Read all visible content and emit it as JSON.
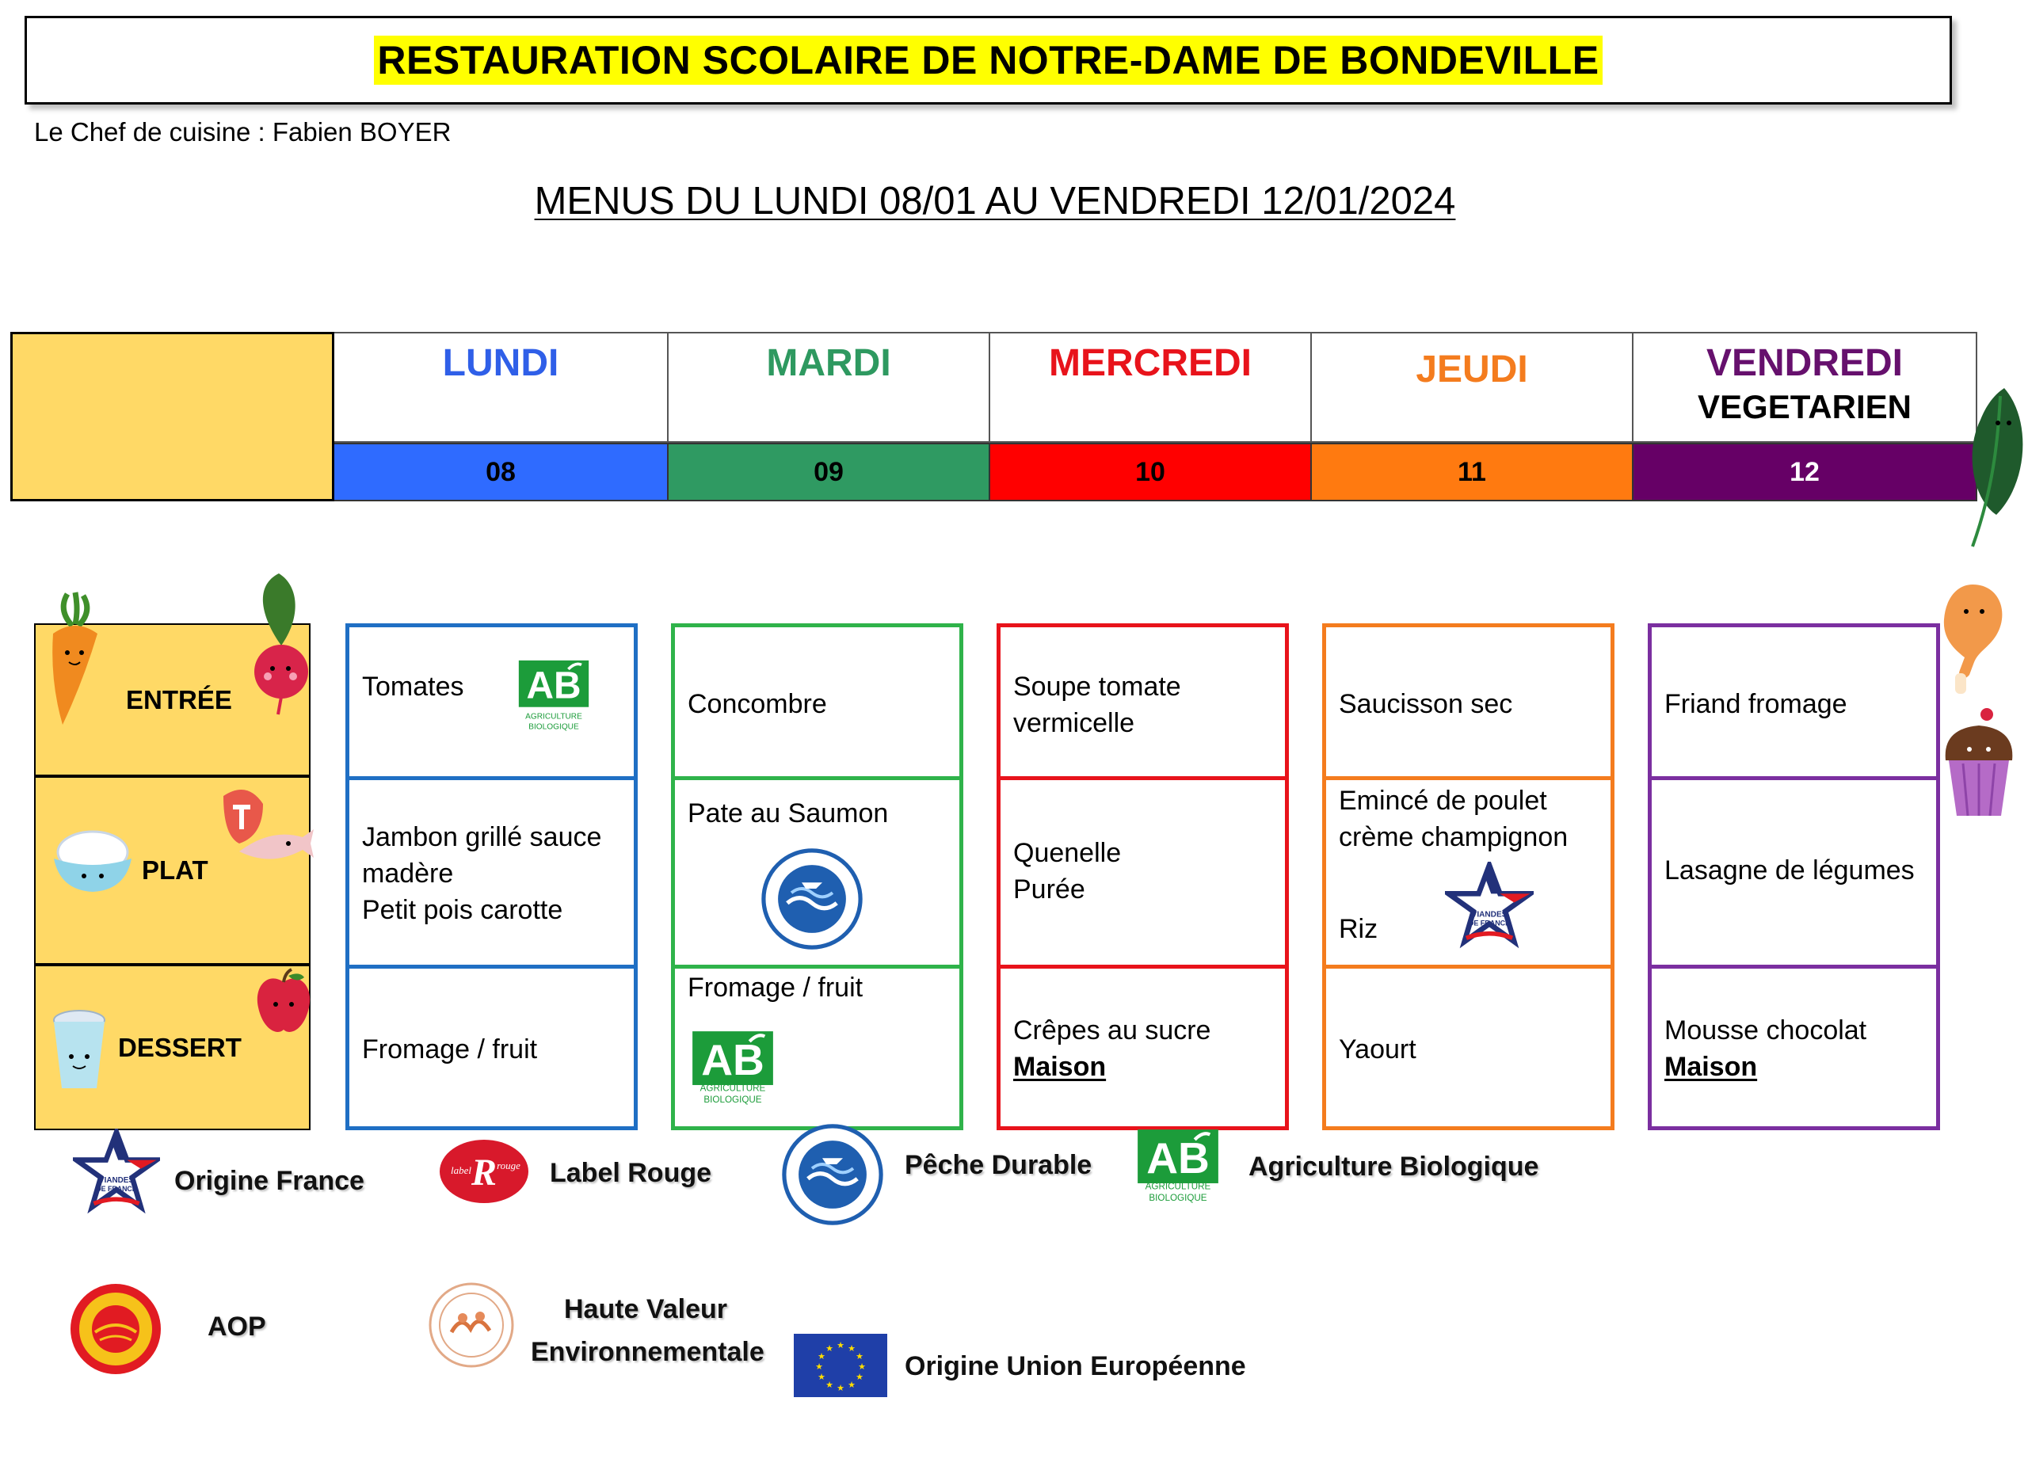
{
  "header": {
    "title": "RESTAURATION SCOLAIRE DE NOTRE-DAME DE BONDEVILLE",
    "chef": "Le Chef de cuisine : Fabien BOYER",
    "menu_title": "MENUS DU LUNDI 08/01 AU VENDREDI 12/01/2024"
  },
  "days": [
    {
      "name": "LUNDI",
      "sub": "",
      "num": "08",
      "color": "#2f5fe8",
      "band": "#2f6bff"
    },
    {
      "name": "MARDI",
      "sub": "",
      "num": "09",
      "color": "#2e9960",
      "band": "#2f9a62"
    },
    {
      "name": "MERCREDI",
      "sub": "",
      "num": "10",
      "color": "#e8131b",
      "band": "#ff0000"
    },
    {
      "name": "JEUDI",
      "sub": "",
      "num": "11",
      "color": "#f47c1e",
      "band": "#ff7a10"
    },
    {
      "name": "VENDREDI",
      "sub": "VEGETARIEN",
      "num": "12",
      "color": "#66106d",
      "band": "#660066"
    }
  ],
  "courses": {
    "entree": "ENTRÉE",
    "plat": "PLAT",
    "dessert": "DESSERT"
  },
  "menus": {
    "lundi": {
      "entree": "Tomates",
      "plat_1": "Jambon grillé sauce",
      "plat_2": "madère",
      "plat_3": "Petit pois carotte",
      "dessert": "Fromage / fruit"
    },
    "mardi": {
      "entree": "Concombre",
      "plat": "Pate au Saumon",
      "dessert": "Fromage / fruit"
    },
    "mercredi": {
      "entree_1": "Soupe tomate",
      "entree_2": "vermicelle",
      "plat_1": "Quenelle",
      "plat_2": "Purée",
      "dessert_1": "Crêpes au sucre",
      "dessert_2": "Maison"
    },
    "jeudi": {
      "entree": "Saucisson sec",
      "plat_1": "Emincé de poulet",
      "plat_2": "crème champignon",
      "plat_3": "Riz",
      "dessert": "Yaourt"
    },
    "vendredi": {
      "entree": "Friand fromage",
      "plat": "Lasagne de légumes",
      "dessert_1": "Mousse chocolat",
      "dessert_2": "Maison"
    }
  },
  "badges": {
    "ab_main": "AB",
    "ab_line1": "AGRICULTURE",
    "ab_line2": "BIOLOGIQUE",
    "peche": "Pêche Durable",
    "vdf_line1": "VIANDES",
    "vdf_line2": "DE FRANCE",
    "label_rouge": "Label Rouge"
  },
  "legend": {
    "origine_france": "Origine France",
    "label_rouge": "Label Rouge",
    "peche_durable": "Pêche Durable",
    "agri_bio": "Agriculture Biologique",
    "aop": "AOP",
    "hve_1": "Haute Valeur",
    "hve_2": "Environnementale",
    "ue": "Origine Union Européenne"
  },
  "colors": {
    "banner_highlight": "#ffff00",
    "label_column": "#ffd966",
    "ab_green": "#1c9c3a",
    "peche_blue": "#1f5fb0"
  }
}
